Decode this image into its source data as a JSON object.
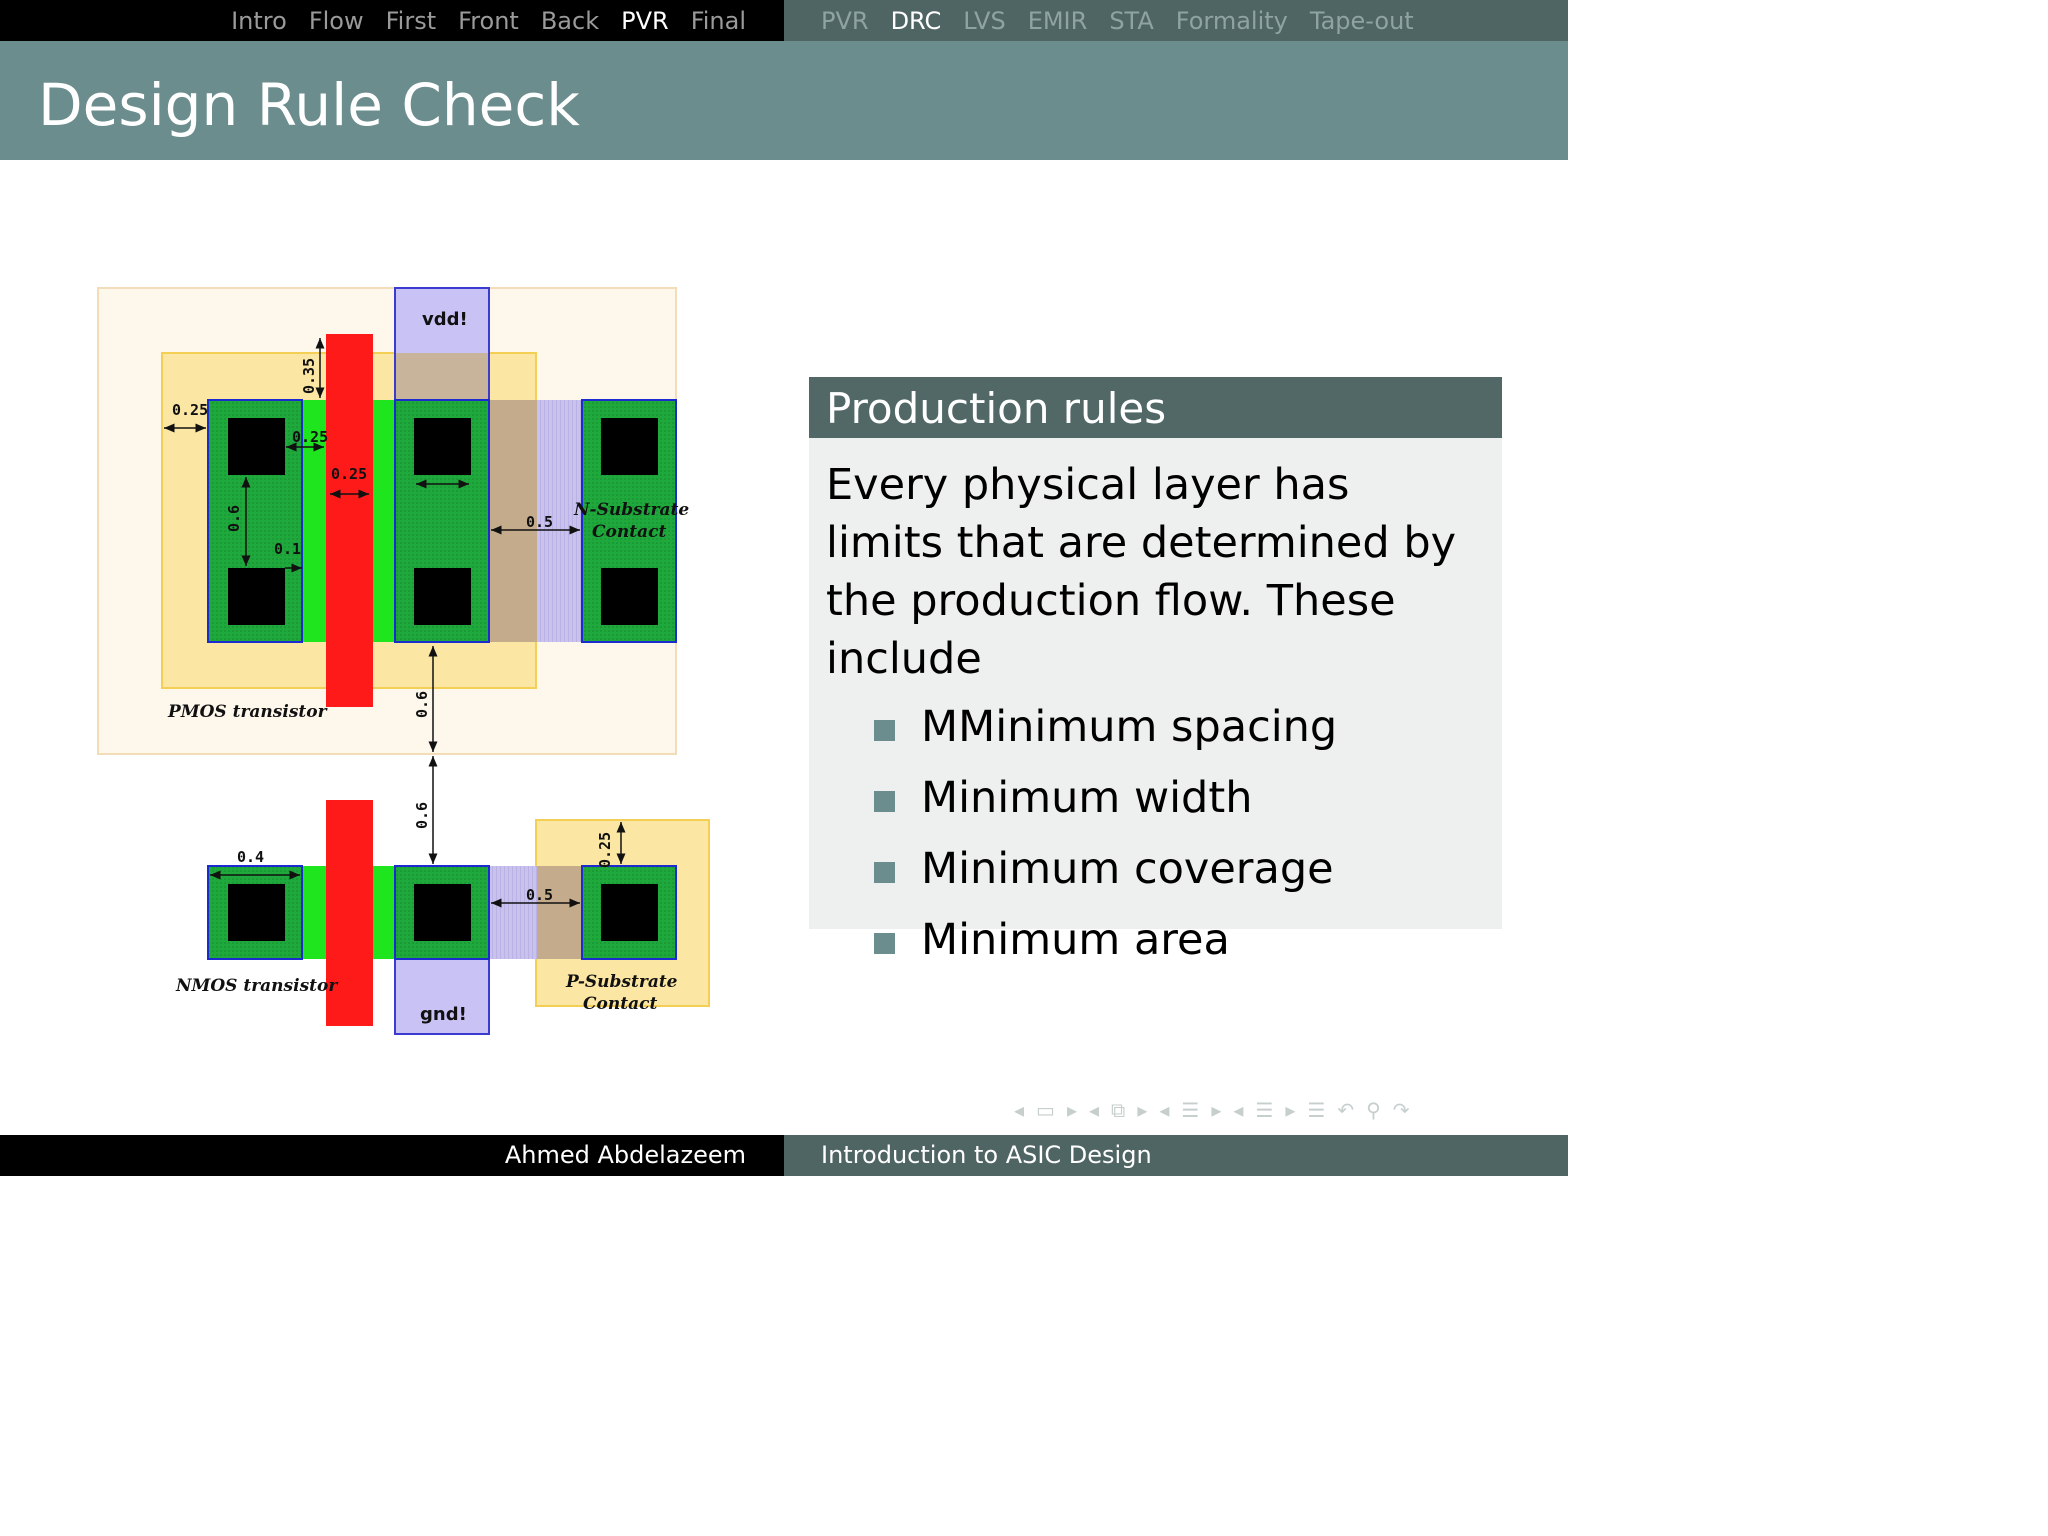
{
  "nav": {
    "sections": [
      "Intro",
      "Flow",
      "First",
      "Front",
      "Back",
      "PVR",
      "Final"
    ],
    "active_section": "PVR",
    "subsections": [
      "PVR",
      "DRC",
      "LVS",
      "EMIR",
      "STA",
      "Formality",
      "Tape-out"
    ],
    "active_subsection": "DRC"
  },
  "title": "Design Rule Check",
  "figure": {
    "net_top": "vdd!",
    "net_bottom": "gnd!",
    "label_pmos": "PMOS transistor",
    "label_nmos": "NMOS transistor",
    "label_nsub_1": "N-Substrate",
    "label_nsub_2": "Contact",
    "label_psub_1": "P-Substrate",
    "label_psub_2": "Contact",
    "dim_poly_ext": "0.35",
    "dim_well_enc": "0.25",
    "dim_contact_poly": "0.25",
    "dim_poly_width": "0.25",
    "dim_contact_space": "0.6",
    "dim_active_enc": "0.1",
    "dim_nsub_space": "0.5",
    "dim_well_space": "0.6",
    "dim_nmos_space": "0.6",
    "dim_diff_width": "0.4",
    "dim_psub_space": "0.5",
    "dim_psub_enc": "0.25"
  },
  "block": {
    "title": "Production rules",
    "text": "Every physical layer has limits that are determined by the production flow.  These include",
    "items": [
      "MMinimum spacing",
      "Minimum width",
      "Minimum coverage",
      "Minimum area"
    ]
  },
  "footer": {
    "author": "Ahmed Abdelazeem",
    "course": "Introduction to ASIC Design"
  },
  "beamer_nav_icons": [
    "prev-frame-icon",
    "frame-icon",
    "next-frame-icon",
    "prev-subsection-icon",
    "subsection-icon",
    "next-subsection-icon",
    "prev-section-icon",
    "section-icon",
    "next-section-icon",
    "prev-part-icon",
    "part-icon",
    "next-part-icon",
    "toc-icon",
    "back-icon",
    "search-icon",
    "forward-icon"
  ]
}
